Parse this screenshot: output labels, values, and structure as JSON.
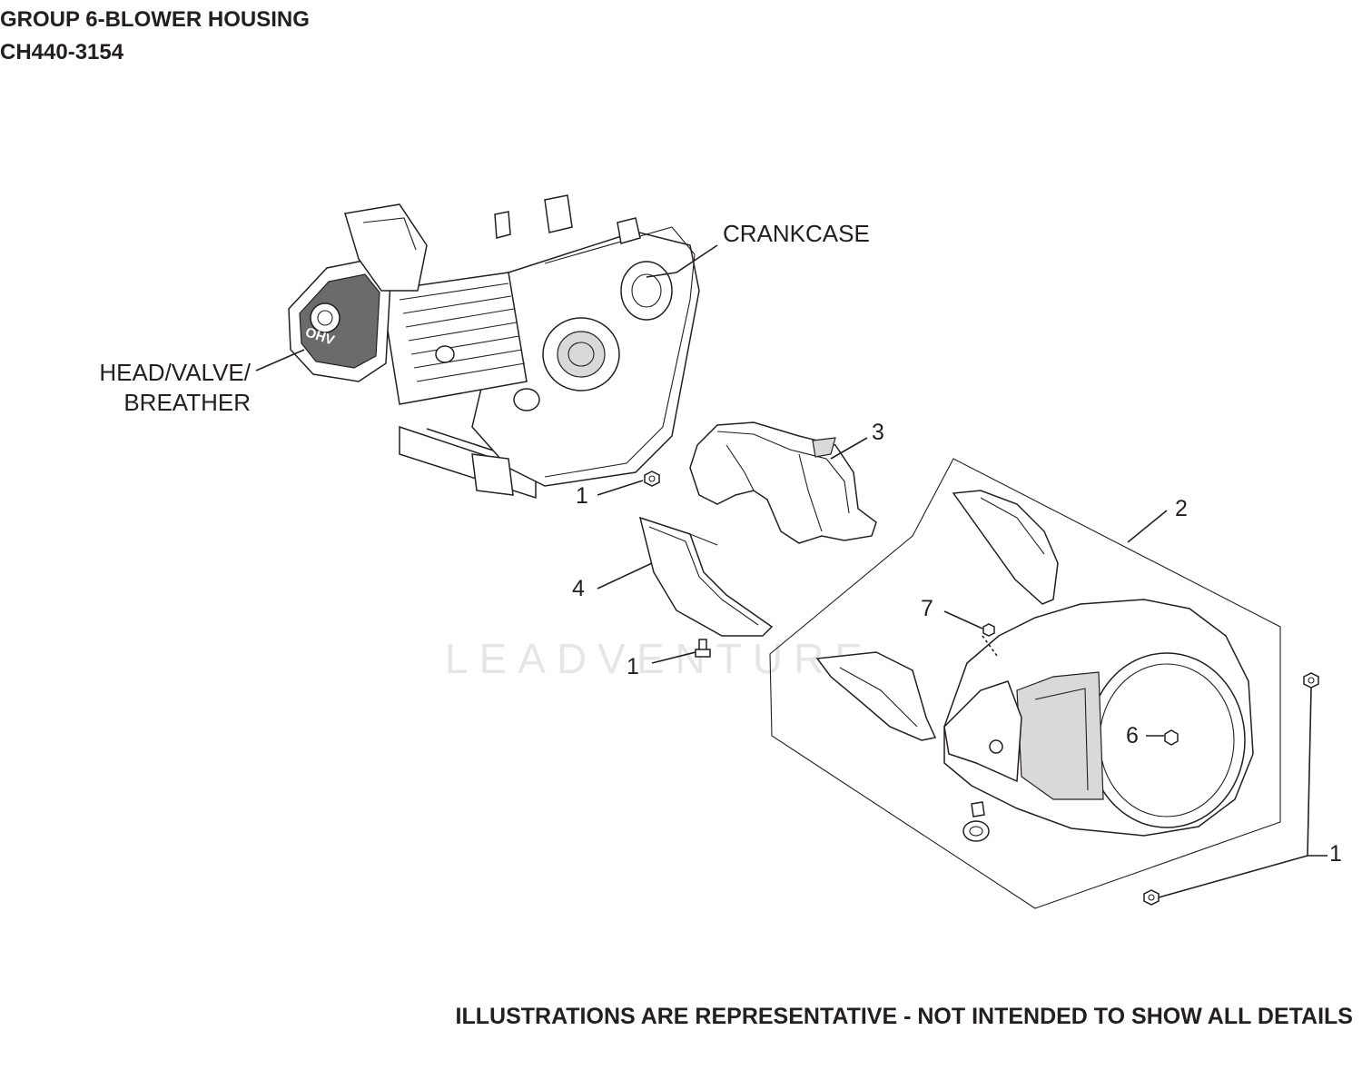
{
  "header": {
    "group_title": "GROUP 6-BLOWER HOUSING",
    "model": "CH440-3154"
  },
  "footer": {
    "disclaimer": "ILLUSTRATIONS ARE REPRESENTATIVE - NOT INTENDED TO SHOW ALL DETAILS"
  },
  "watermark": "LEADVENTURE",
  "labels": {
    "crankcase": "CRANKCASE",
    "head_line1": "HEAD/VALVE/",
    "head_line2": "BREATHER",
    "engine_badge": "OHV"
  },
  "callouts": {
    "c1_a": "1",
    "c1_b": "1",
    "c1_c": "1",
    "c2": "2",
    "c3": "3",
    "c4": "4",
    "c6": "6",
    "c7": "7"
  }
}
